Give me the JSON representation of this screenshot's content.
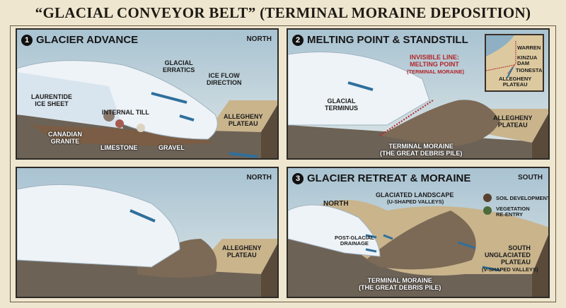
{
  "title": "“GLACIAL CONVEYOR BELT” (TERMINAL MORAINE DEPOSITION)",
  "panels": [
    {
      "number": "1",
      "heading": "GLACIER ADVANCE",
      "direction": "NORTH",
      "labels": {
        "erratics": "GLACIAL\nERRATICS",
        "ice_flow": "ICE FLOW\nDIRECTION",
        "ice_sheet": "LAURENTIDE\nICE SHEET",
        "internal_till": "INTERNAL TILL",
        "plateau": "ALLEGHENY\nPLATEAU",
        "granite": "CANADIAN\nGRANITE",
        "limestone": "LIMESTONE",
        "gravel": "GRAVEL"
      }
    },
    {
      "number": "2",
      "heading": "MELTING POINT & STANDSTILL",
      "labels": {
        "invisible_line": "INVISIBLE LINE:\nMELTING POINT",
        "invisible_line_sub": "(TERMINAL MORAINE)",
        "terminus": "GLACIAL\nTERMINUS",
        "plateau": "ALLEGHENY\nPLATEAU",
        "moraine": "TERMINAL MORAINE\n(THE GREAT DEBRIS PILE)"
      },
      "map": {
        "warren": "WARREN",
        "kinzua": "KINZUA\nDAM",
        "tionesta": "TIONESTA",
        "plateau": "ALLEGHENY\nPLATEAU"
      }
    },
    {
      "direction": "NORTH",
      "labels": {
        "plateau": "ALLEGHENY\nPLATEAU"
      }
    },
    {
      "number": "3",
      "heading": "GLACIER RETREAT & MORAINE",
      "direction": "SOUTH",
      "labels": {
        "north": "NORTH",
        "landscape": "GLACIATED LANDSCAPE",
        "landscape_sub": "(U-SHAPED VALLEYS)",
        "drainage": "POST-GLACIAL\nDRAINAGE",
        "moraine": "TERMINAL MORAINE\n(THE GREAT DEBRIS PILE)",
        "south": "SOUTH\nUNGLACIATED\nPLATEAU",
        "south_sub": "(V-SHAPED VALLEYS)",
        "soil": "SOIL DEVELOPMENT",
        "vegetation": "VEGETATION\nRE-ENTRY"
      }
    }
  ],
  "colors": {
    "ice": "#eef3f7",
    "ground": "#6d6256",
    "plateau": "#c9b48c",
    "arrow": "#2f6f9c",
    "red": "#b3262a"
  }
}
